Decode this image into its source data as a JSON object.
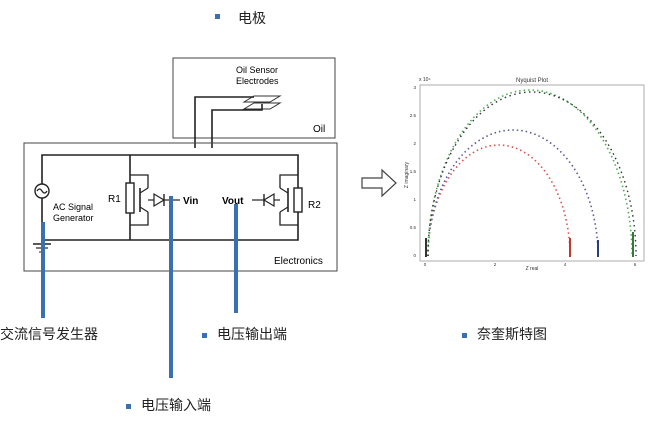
{
  "captions": {
    "electrode": "电极",
    "ac_generator": "交流信号发生器",
    "voltage_output": "电压输出端",
    "voltage_input": "电压输入端",
    "nyquist_plot": "奈奎斯特图"
  },
  "circuit": {
    "oil_sensor_line1": "Oil Sensor",
    "oil_sensor_line2": "Electrodes",
    "oil_box_label": "Oil",
    "ac_line1": "AC Signal",
    "ac_line2": "Generator",
    "r1": "R1",
    "r2": "R2",
    "vin": "Vin",
    "vout": "Vout",
    "electronics_label": "Electronics"
  },
  "nyquist": {
    "title": "Nyquist Plot",
    "xlabel": "Z real",
    "ylabel": "Z imaginary",
    "y_exponent": "x 10⁴",
    "y_ticks": [
      "3",
      "2.5",
      "2",
      "1.5",
      "1",
      "0.5",
      "0"
    ],
    "x_ticks": [
      "0",
      "2",
      "4",
      "6"
    ]
  },
  "colors": {
    "accent": "#3a6fb0",
    "line": "#333333"
  }
}
